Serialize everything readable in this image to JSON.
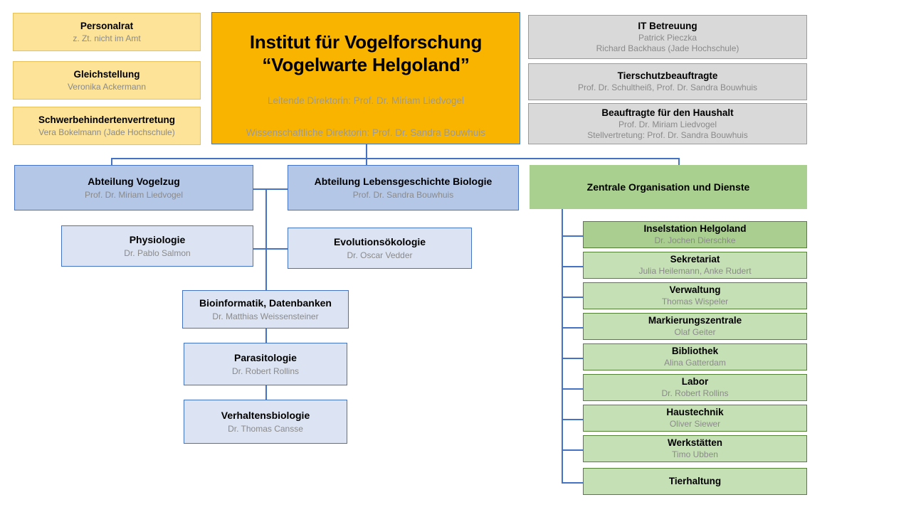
{
  "header": {
    "title_line1": "Institut für Vogelforschung",
    "title_line2": "“Vogelwarte Helgoland”",
    "subtitle_line1": "Leitende Direktorin: Prof. Dr. Miriam Liedvogel",
    "subtitle_line2": "Wissenschaftliche Direktorin: Prof. Dr. Sandra Bouwhuis"
  },
  "committees": [
    {
      "title": "Personalrat",
      "subtitle": "z. Zt. nicht im Amt"
    },
    {
      "title": "Gleichstellung",
      "subtitle": "Veronika Ackermann"
    },
    {
      "title": "Schwerbehindertenvertretung",
      "subtitle": "Vera Bokelmann (Jade Hochschule)"
    }
  ],
  "staff_functions": [
    {
      "title": "IT Betreuung",
      "subtitle_line1": "Patrick Pieczka",
      "subtitle_line2": "Richard Backhaus (Jade Hochschule)"
    },
    {
      "title": "Tierschutzbeauftragte",
      "subtitle_line1": "Prof. Dr. Schultheiß, Prof. Dr. Sandra Bouwhuis",
      "subtitle_line2": ""
    },
    {
      "title": "Beauftragte für den Haushalt",
      "subtitle_line1": "Prof. Dr. Miriam Liedvogel",
      "subtitle_line2": "Stellvertretung: Prof. Dr. Sandra Bouwhuis"
    }
  ],
  "departments": [
    {
      "title": "Abteilung Vogelzug",
      "subtitle": "Prof. Dr. Miriam Liedvogel"
    },
    {
      "title": "Abteilung Lebensgeschichte Biologie",
      "subtitle": "Prof. Dr. Sandra Bouwhuis"
    }
  ],
  "groups": [
    {
      "title": "Physiologie",
      "subtitle": "Dr. Pablo Salmon"
    },
    {
      "title": "Evolutionsökologie",
      "subtitle": "Dr. Oscar Vedder"
    },
    {
      "title": "Bioinformatik, Datenbanken",
      "subtitle": "Dr. Matthias Weissensteiner"
    },
    {
      "title": "Parasitologie",
      "subtitle": "Dr. Robert Rollins"
    },
    {
      "title": "Verhaltensbiologie",
      "subtitle": "Dr. Thomas Cansse"
    }
  ],
  "services": {
    "header": "Zentrale Organisation und Dienste",
    "items": [
      {
        "title": "Inselstation Helgoland",
        "subtitle": "Dr. Jochen Dierschke"
      },
      {
        "title": "Sekretariat",
        "subtitle": "Julia Heilemann, Anke Rudert"
      },
      {
        "title": "Verwaltung",
        "subtitle": "Thomas Wispeler"
      },
      {
        "title": "Markierungszentrale",
        "subtitle": "Olaf Geiter"
      },
      {
        "title": "Bibliothek",
        "subtitle": "Alina Gatterdam"
      },
      {
        "title": "Labor",
        "subtitle": "Dr. Robert Rollins"
      },
      {
        "title": "Haustechnik",
        "subtitle": "Oliver Siewer"
      },
      {
        "title": "Werkstätten",
        "subtitle": "Timo Ubben"
      },
      {
        "title": "Tierhaltung",
        "subtitle": ""
      }
    ]
  },
  "colors": {
    "connector": "#4472C4",
    "yellow_fill": "#FCE398",
    "orange_fill": "#F9B400",
    "gray_fill": "#D9D9D9",
    "blue_dept_fill": "#B4C7E7",
    "blue_group_fill": "#DCE3F2",
    "green_header_fill": "#A9D08E",
    "green_row_fill": "#C5E0B4",
    "green_row_dark_fill": "#A9CE8F",
    "green_border": "#548235",
    "subtitle_text": "#8A8A8A"
  }
}
